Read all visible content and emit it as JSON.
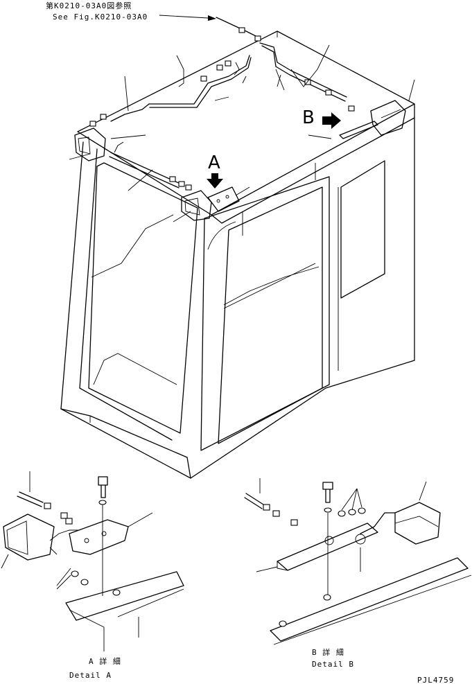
{
  "reference": {
    "jp": "第K0210-03A0図参照",
    "en": "See Fig.K0210-03A0"
  },
  "callouts": {
    "a": "A",
    "b": "B"
  },
  "details": {
    "a_jp": "A 詳 細",
    "a_en": "Detail A",
    "b_jp": "B 詳 細",
    "b_en": "Detail B"
  },
  "figure_code": "PJL4759"
}
